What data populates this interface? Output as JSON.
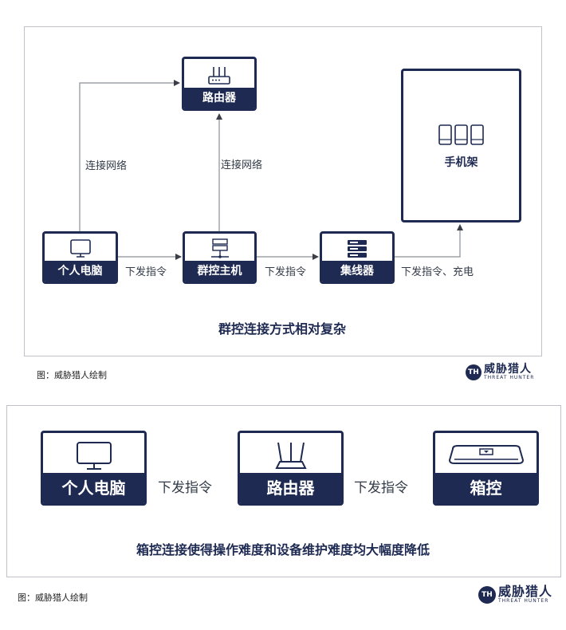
{
  "top": {
    "nodes": {
      "router": "路由器",
      "pc": "个人电脑",
      "controller": "群控主机",
      "hub": "集线器",
      "rack": "手机架"
    },
    "edges": {
      "pc_router": "连接网络",
      "controller_router": "连接网络",
      "pc_controller": "下发指令",
      "controller_hub": "下发指令",
      "hub_rack": "下发指令、充电"
    },
    "caption": "群控连接方式相对复杂",
    "credit": "图：威胁猎人绘制"
  },
  "bottom": {
    "nodes": {
      "pc": "个人电脑",
      "router": "路由器",
      "box": "箱控"
    },
    "edges": {
      "pc_router": "下发指令",
      "router_box": "下发指令"
    },
    "caption": "箱控连接使得操作难度和设备维护难度均大幅度降低",
    "credit": "图：威胁猎人绘制"
  },
  "brand": {
    "mark": "TH",
    "name": "威胁猎人",
    "tagline": "THREAT HUNTER"
  },
  "colors": {
    "node": "#1e2a52",
    "line": "#8a8f97",
    "arrow": "#3a3f47"
  }
}
